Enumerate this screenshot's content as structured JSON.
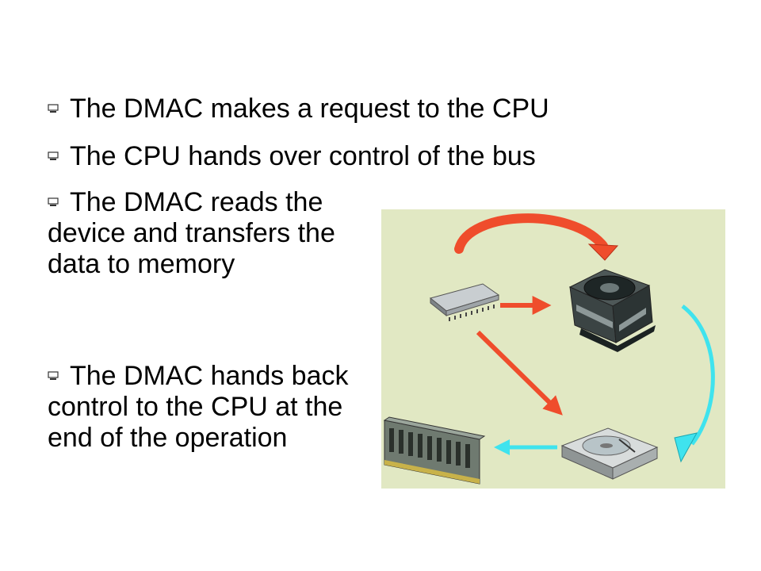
{
  "slide": {
    "bullets": [
      "The DMAC makes a request to the CPU",
      "The CPU hands over control of the bus",
      "The DMAC reads the device and transfers the data to memory",
      "The DMAC hands back control to the CPU at the end of the operation"
    ]
  },
  "diagram": {
    "icons": [
      "dma-controller-chip-icon",
      "cpu-socket-icon",
      "hard-disk-icon",
      "memory-module-icon"
    ],
    "colors": {
      "panel": "#e1e8c3",
      "red_arrow": "#ef4d2c",
      "cyan_arrow": "#3fe3ee",
      "chip": "#9ea4a8",
      "cpu": "#3b4444",
      "disk": "#c3c8c8",
      "ram": "#6f7a70"
    }
  }
}
